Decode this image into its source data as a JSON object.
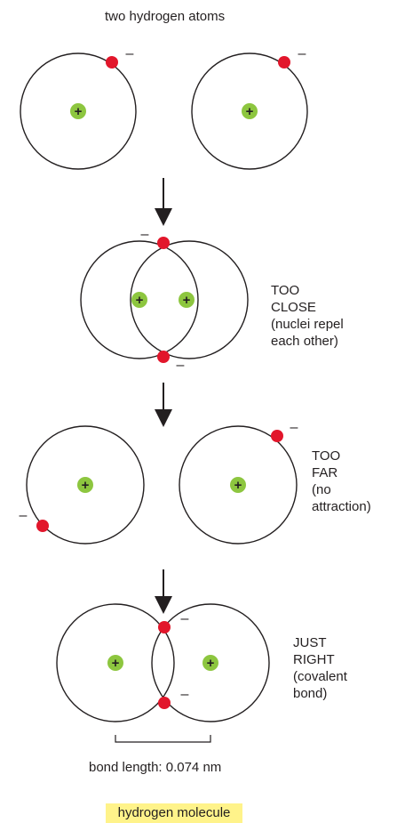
{
  "title": "two hydrogen atoms",
  "nucleus_symbol": "+",
  "electron_symbol": "–",
  "stages": {
    "too_close": {
      "lines": [
        "TOO",
        "CLOSE",
        "(nuclei repel",
        "each other)"
      ]
    },
    "too_far": {
      "lines": [
        "TOO",
        "FAR",
        "(no",
        "attraction)"
      ]
    },
    "just_right": {
      "lines": [
        "JUST",
        "RIGHT",
        "(covalent",
        "bond)"
      ]
    }
  },
  "bond_length_label": "bond length: 0.074 nm",
  "caption": "hydrogen molecule",
  "colors": {
    "nucleus": "#8dc63f",
    "electron": "#e2162b",
    "caption_bg": "#fff38a",
    "line": "#231f20"
  }
}
